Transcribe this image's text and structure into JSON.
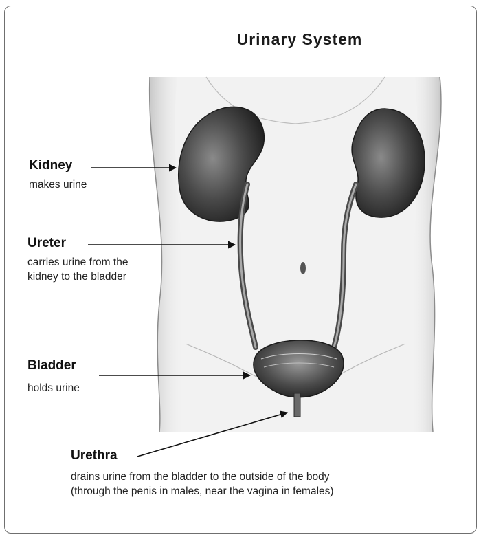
{
  "title": "Urinary System",
  "labels": {
    "kidney": {
      "name": "Kidney",
      "description": [
        "makes urine"
      ]
    },
    "ureter": {
      "name": "Ureter",
      "description": [
        "carries urine from the",
        "kidney to the bladder"
      ]
    },
    "bladder": {
      "name": "Bladder",
      "description": [
        "holds urine"
      ]
    },
    "urethra": {
      "name": "Urethra",
      "description": [
        "drains urine from the bladder to the outside of the body",
        "(through the penis in males, near the vagina in females)"
      ]
    }
  }
}
